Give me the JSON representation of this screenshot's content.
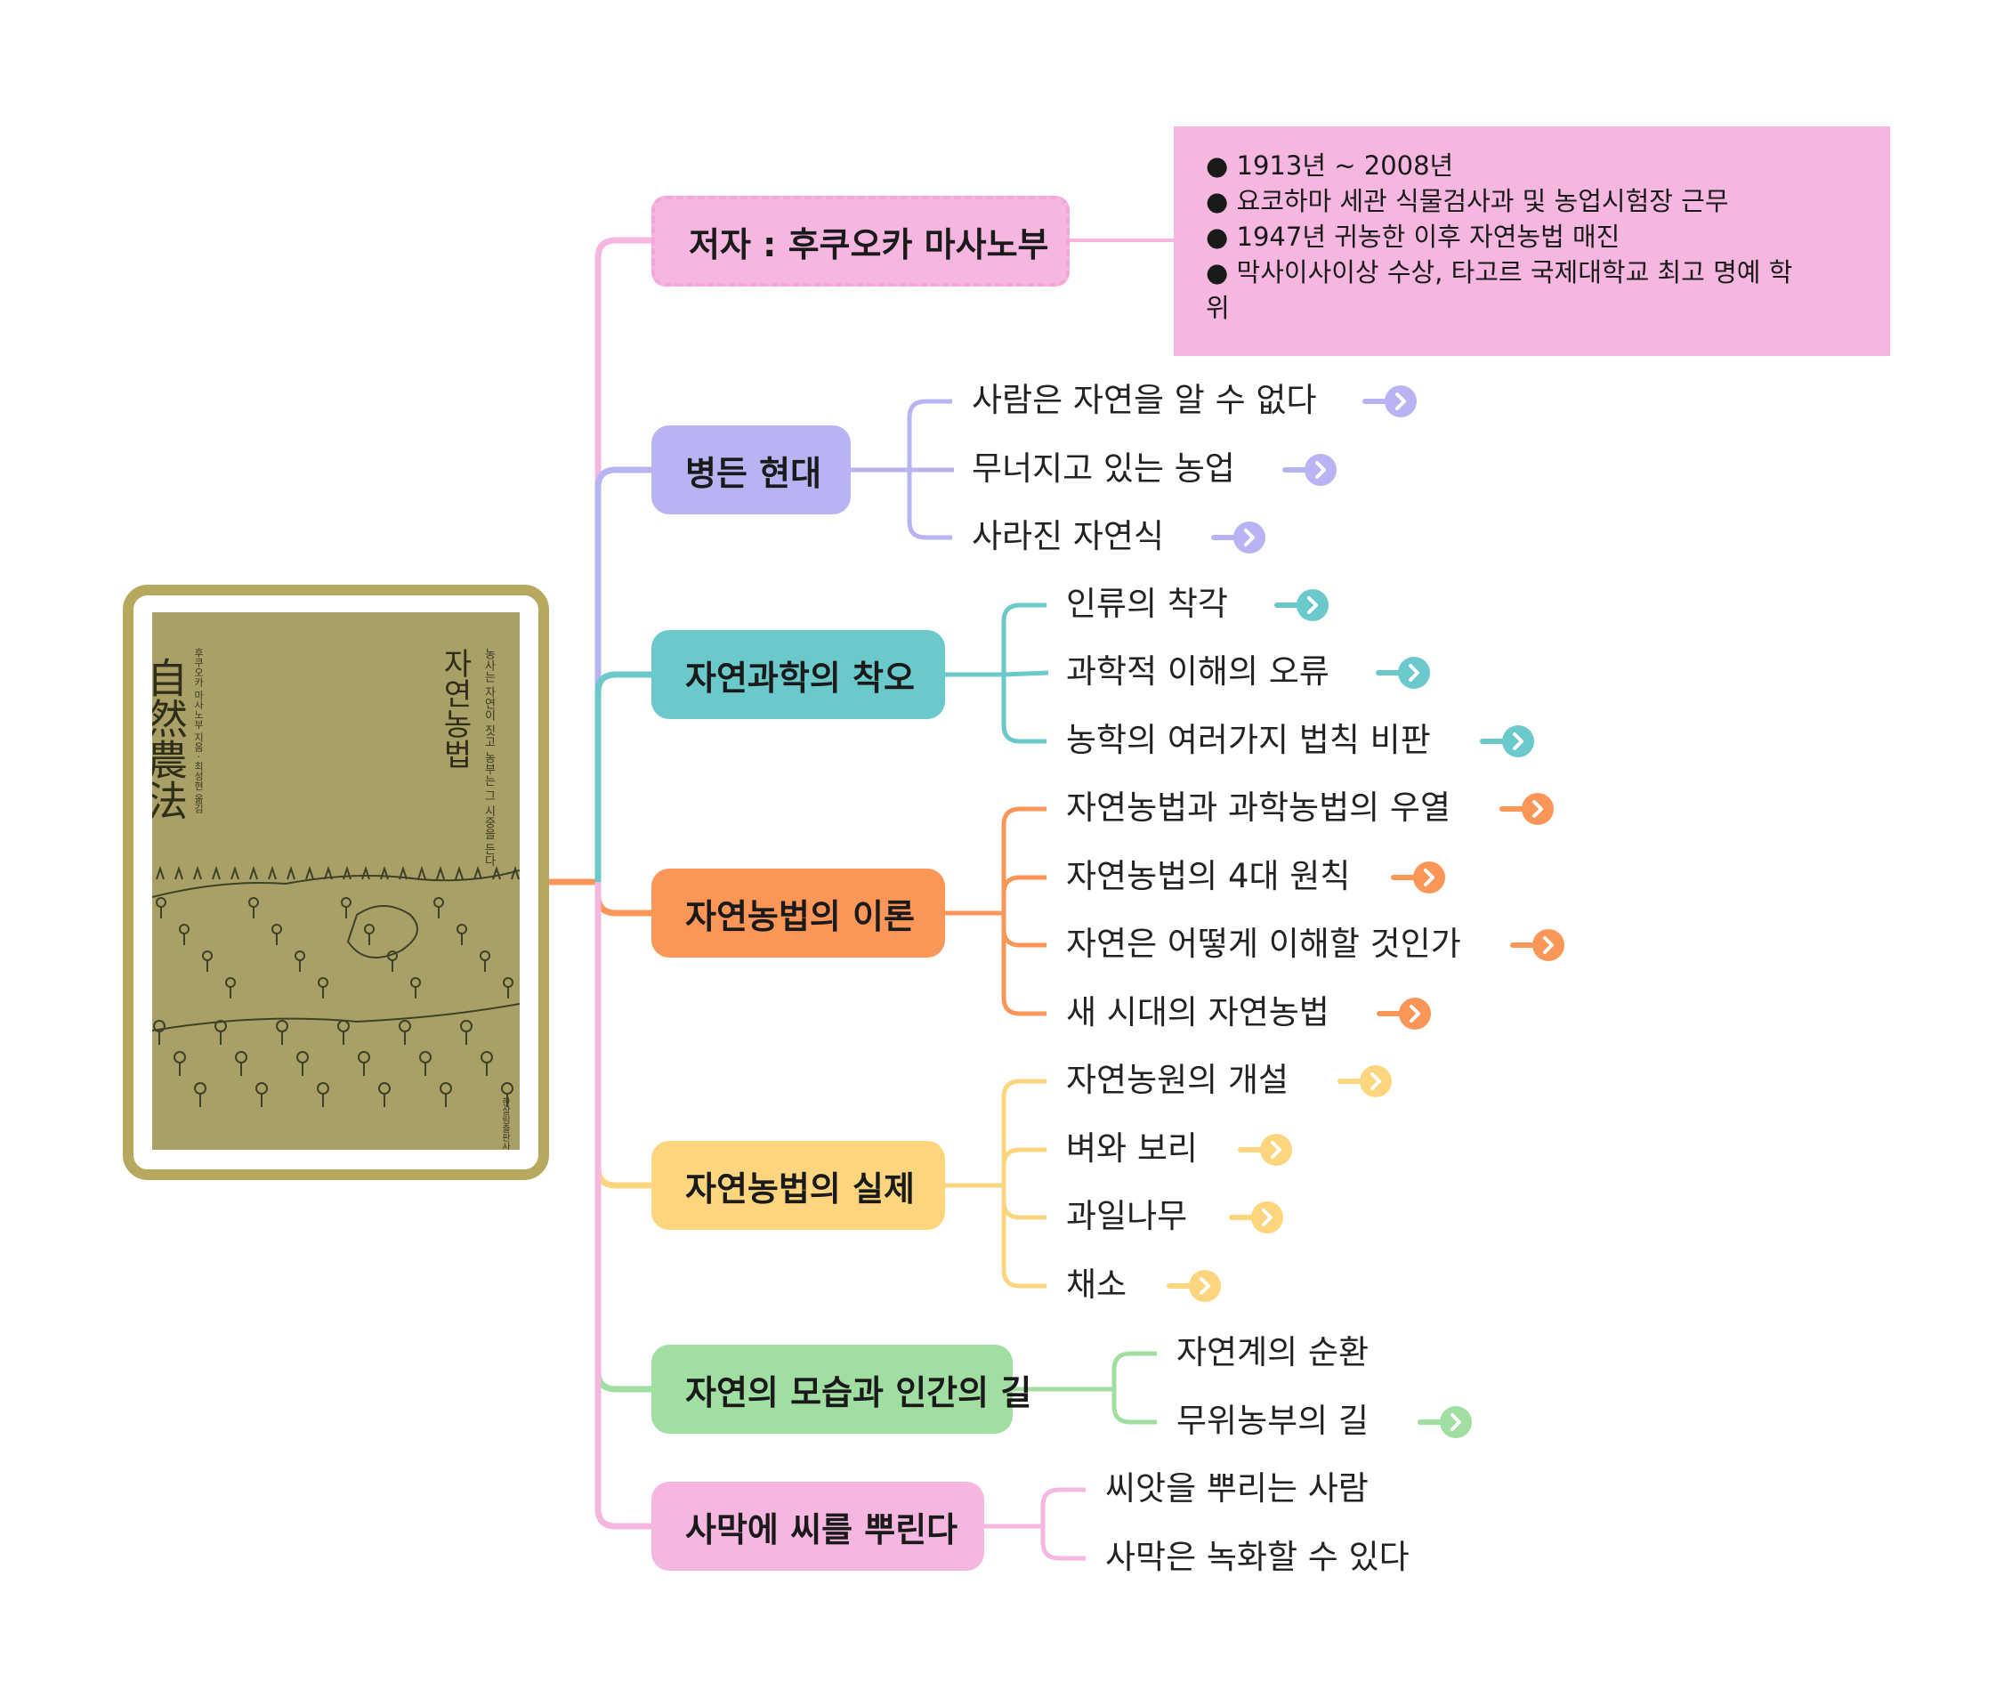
{
  "colors": {
    "author": "#f5b6e0",
    "sick": "#b8b3f2",
    "science": "#6bc9cb",
    "theory": "#fb9659",
    "practice": "#fdd57e",
    "nature": "#a1dea2",
    "desert": "#f5b6e0",
    "frame": "#b7a85f",
    "cover": "#a8a066"
  },
  "book": {
    "title_vertical": "자연농법",
    "title_hanja": "自然農法",
    "subtitle": "농사는 자연이 짓고 농부는 그 시중을 든다",
    "author_line": "후쿠오카 마사노부 지음 · 최성현 옮김",
    "publisher": "한살림출판사"
  },
  "author": {
    "label": "저자 : 후쿠오카 마사노부",
    "note": [
      "● 1913년 ~ 2008년",
      "● 요코하마 세관 식물검사과 및 농업시험장 근무",
      "● 1947년 귀농한 이후 자연농법 매진",
      "● 막사이사이상 수상, 타고르 국제대학교 최고 명예 학",
      "위"
    ]
  },
  "branches": [
    {
      "key": "sick",
      "label": "병든 현대",
      "children": [
        "사람은 자연을 알 수 없다",
        "무너지고 있는 농업",
        "사라진 자연식"
      ],
      "has_link": [
        true,
        true,
        true
      ]
    },
    {
      "key": "science",
      "label": "자연과학의 착오",
      "children": [
        "인류의 착각",
        "과학적 이해의 오류",
        "농학의 여러가지 법칙 비판"
      ],
      "has_link": [
        true,
        true,
        true
      ]
    },
    {
      "key": "theory",
      "label": "자연농법의 이론",
      "children": [
        "자연농법과 과학농법의 우열",
        "자연농법의 4대 원칙",
        "자연은 어떻게 이해할 것인가",
        "새 시대의 자연농법"
      ],
      "has_link": [
        true,
        true,
        true,
        true
      ]
    },
    {
      "key": "practice",
      "label": "자연농법의 실제",
      "children": [
        "자연농원의 개설",
        "벼와 보리",
        "과일나무",
        "채소"
      ],
      "has_link": [
        true,
        true,
        true,
        true
      ]
    },
    {
      "key": "nature",
      "label": "자연의 모습과 인간의 길",
      "children": [
        "자연계의 순환",
        "무위농부의 길"
      ],
      "has_link": [
        false,
        true
      ]
    },
    {
      "key": "desert",
      "label": "사막에 씨를 뿌린다",
      "children": [
        "씨앗을 뿌리는 사람",
        "사막은 녹화할 수 있다"
      ],
      "has_link": [
        false,
        false
      ]
    }
  ]
}
